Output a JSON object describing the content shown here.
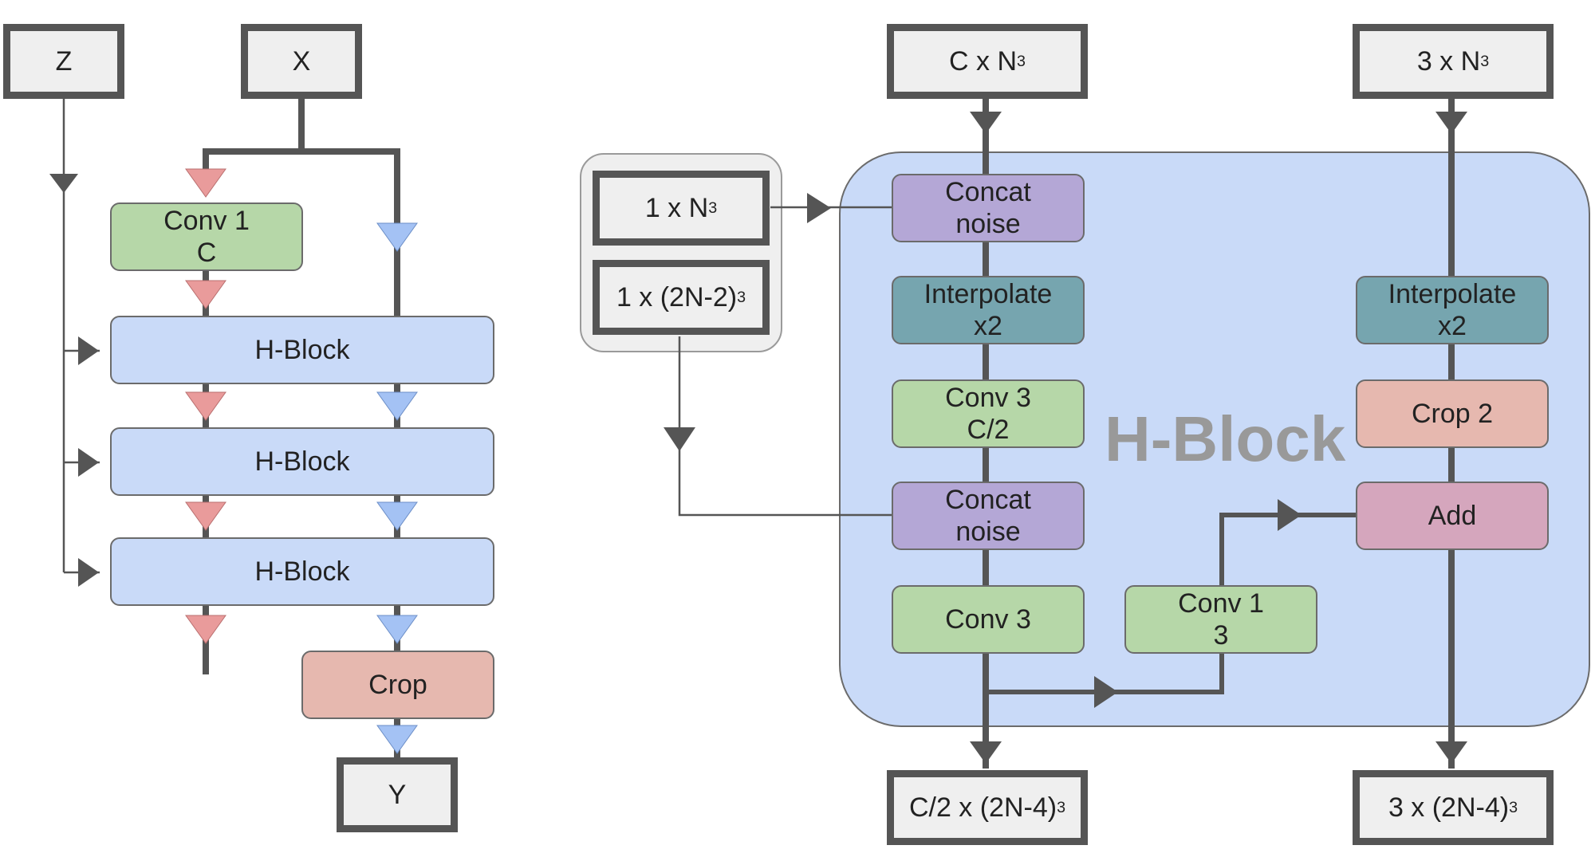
{
  "left": {
    "inputs": {
      "z": "Z",
      "x": "X",
      "y": "Y"
    },
    "conv1": {
      "line1": "Conv 1",
      "line2": "C"
    },
    "hblocks": [
      "H-Block",
      "H-Block",
      "H-Block"
    ],
    "crop": "Crop"
  },
  "right": {
    "input_c": {
      "base": "C x N",
      "exp": "3"
    },
    "input_3": {
      "base": "3 x N",
      "exp": "3"
    },
    "noise1": {
      "base": "1 x N",
      "exp": "3"
    },
    "noise2": {
      "base": "1 x (2N-2)",
      "exp": "3"
    },
    "output_c": {
      "base": "C/2 x (2N-4)",
      "exp": "3"
    },
    "output_3": {
      "base": "3 x (2N-4)",
      "exp": "3"
    },
    "hblock_title": "H-Block",
    "concat1": {
      "line1": "Concat",
      "line2": "noise"
    },
    "interp1": {
      "line1": "Interpolate",
      "line2": "x2"
    },
    "conv3_c2": {
      "line1": "Conv 3",
      "line2": "C/2"
    },
    "concat2": {
      "line1": "Concat",
      "line2": "noise"
    },
    "conv3": "Conv 3",
    "conv1_3": {
      "line1": "Conv 1",
      "line2": "3"
    },
    "interp2": {
      "line1": "Interpolate",
      "line2": "x2"
    },
    "crop2": "Crop 2",
    "add": "Add"
  },
  "colors": {
    "io_border": "#555555",
    "io_fill": "#efefef",
    "conv": "#b6d7a8",
    "hblock": "#c9daf8",
    "crop": "#e6b8af",
    "concat": "#b4a7d6",
    "interpolate": "#76a5af",
    "add": "#d5a6bd",
    "arrow_red": "#e99b9b",
    "arrow_blue": "#a4c2f4",
    "line": "#555555"
  }
}
